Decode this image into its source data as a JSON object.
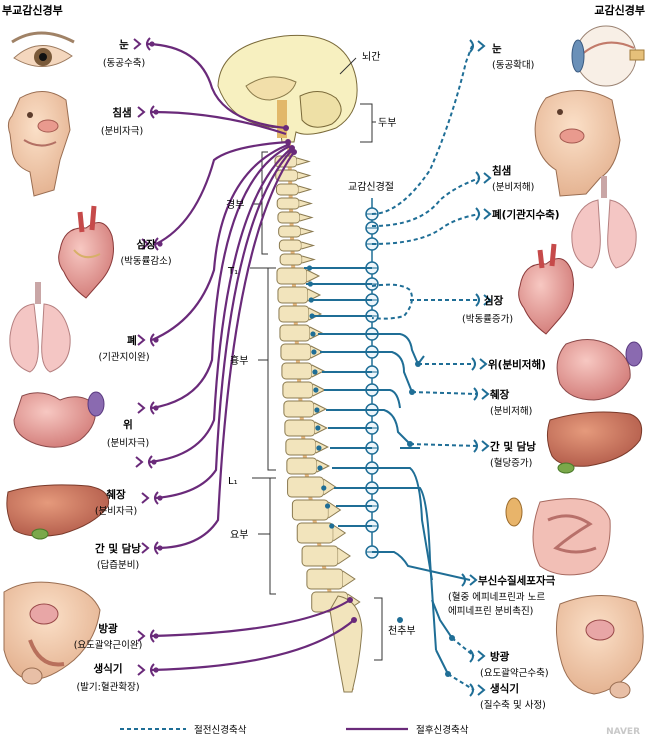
{
  "titles": {
    "parasympathetic": "부교감신경부",
    "sympathetic": "교감신경부"
  },
  "regions": {
    "brainstem": "뇌간",
    "cranial": "두부",
    "cervical": "경부",
    "t1": "T₁",
    "thoracic": "흉부",
    "l1": "L₁",
    "lumbar": "요부",
    "sacral": "천추부",
    "ganglion_chain": "교감신경절"
  },
  "parasympathetic": [
    {
      "organ": "눈",
      "effect": "(동공수축)"
    },
    {
      "organ": "침샘",
      "effect": "(분비자극)"
    },
    {
      "organ": "심장",
      "effect": "(박동률감소)"
    },
    {
      "organ": "폐",
      "effect": "(기관지이완)"
    },
    {
      "organ": "위",
      "effect": "(분비자극)"
    },
    {
      "organ": "췌장",
      "effect": "(분비자극)"
    },
    {
      "organ": "간 및 담낭",
      "effect": "(답즙분비)"
    },
    {
      "organ": "방광",
      "effect": "(요도괄약근이완)"
    },
    {
      "organ": "생식기",
      "effect": "(발기:혈관확장)"
    }
  ],
  "sympathetic": [
    {
      "organ": "눈",
      "effect": "(동공확대)"
    },
    {
      "organ": "침샘",
      "effect": "(분비저해)"
    },
    {
      "organ": "폐(기관지수축)",
      "effect": ""
    },
    {
      "organ": "심장",
      "effect": "(박동률증가)"
    },
    {
      "organ": "위(분비저해)",
      "effect": ""
    },
    {
      "organ": "췌장",
      "effect": "(분비저해)"
    },
    {
      "organ": "간 및 담낭",
      "effect": "(혈당증가)"
    },
    {
      "organ": "부신수질세포자극",
      "effect": "(혈중 에피네프린과 노르",
      "effect2": "에피네프린 분비촉진)"
    },
    {
      "organ": "방광",
      "effect": "(요도괄약근수축)"
    },
    {
      "organ": "생식기",
      "effect": "(질수축 및 사정)"
    }
  ],
  "legend": {
    "preganglionic": "절전신경축삭",
    "postganglionic": "절후신경축삭"
  },
  "watermark": "NAVER",
  "colors": {
    "parasympathetic": "#6a2a7a",
    "sympathetic": "#1f6e96",
    "bone": "#f2e4bc",
    "brain": "#f7f0c0",
    "organ": "#e8a0a0"
  }
}
